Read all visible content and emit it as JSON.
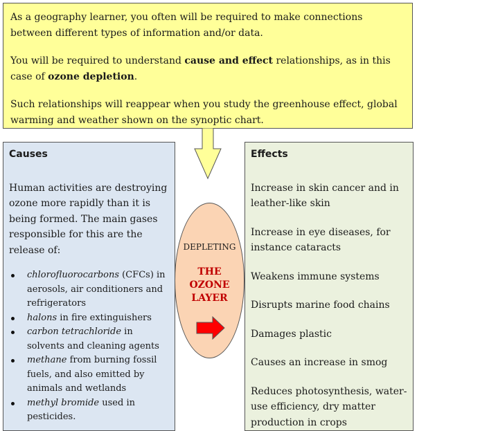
{
  "intro": {
    "p1": "As a geography learner, you often will be required to make connections between different types of information and/or data.",
    "p2_before": "You will be required to understand ",
    "p2_bold1": "cause and effect",
    "p2_mid": " relationships, as in this case of ",
    "p2_bold2": "ozone depletion",
    "p2_after": ".",
    "p3": "Such relationships will reappear when you study the greenhouse effect, global warming and weather shown on the synoptic chart."
  },
  "causes": {
    "title": "Causes",
    "body": "Human activities are destroying ozone more rapidly than it is being formed. The main gases responsible for this are the release of:",
    "items": [
      {
        "term": "chlorofluorocarbons",
        "rest": " (CFCs) in aerosols, air conditioners and refrigerators"
      },
      {
        "term": "halons",
        "rest": " in fire extinguishers"
      },
      {
        "term": "carbon tetrachloride",
        "rest": " in solvents and cleaning agents"
      },
      {
        "term": "methane",
        "rest": " from burning fossil fuels, and also emitted by animals and wetlands"
      },
      {
        "term": "methyl bromide",
        "rest": " used in pesticides."
      }
    ]
  },
  "center": {
    "depleting": "DEPLETING",
    "line1": "THE",
    "line2": "OZONE",
    "line3": "LAYER"
  },
  "effects": {
    "title": "Effects",
    "items": [
      "Increase in skin cancer and in leather-like skin",
      "Increase in eye diseases, for instance cataracts",
      "Weakens immune systems",
      "Disrupts marine food chains",
      "Damages plastic",
      "Causes an increase in smog",
      "Reduces photosynthesis, water-use efficiency, dry matter production in crops"
    ]
  },
  "colors": {
    "intro_bg": "#ffff99",
    "causes_bg": "#dce6f2",
    "effects_bg": "#ebf1de",
    "oval_bg": "#fbd4b4",
    "red_arrow": "#ff0000",
    "ozone_text": "#c00000"
  }
}
